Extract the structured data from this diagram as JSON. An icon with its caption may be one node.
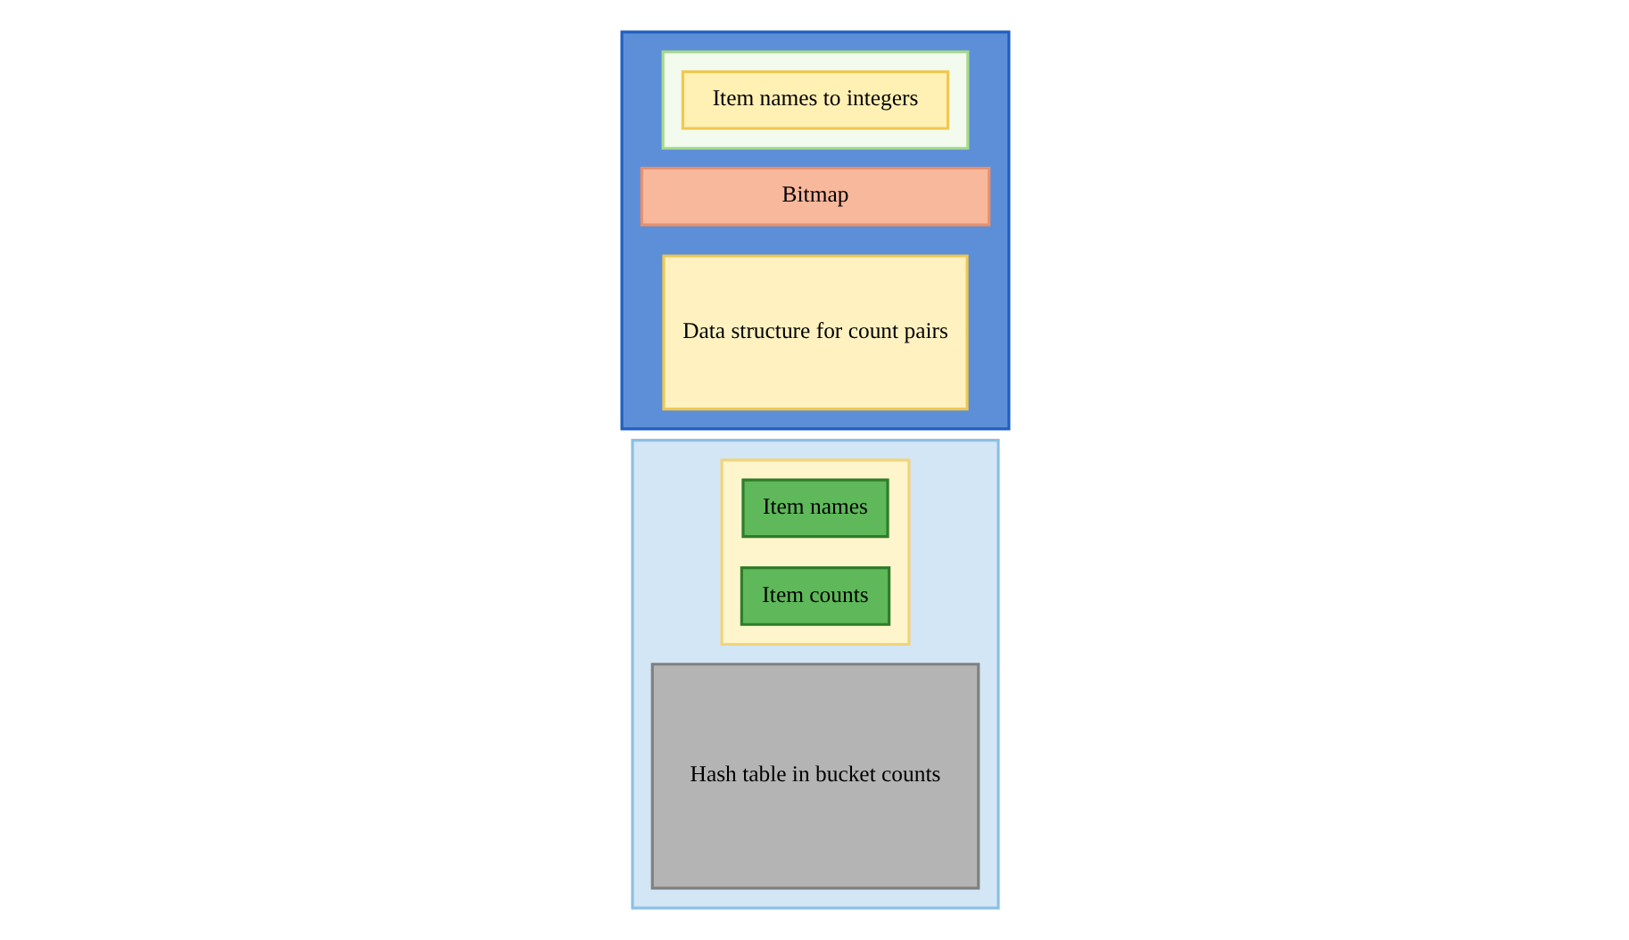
{
  "diagram": {
    "nodes": [
      {
        "text": [],
        "shape": "box"
      },
      {
        "text": [],
        "shape": "box",
        "in": 0
      },
      {
        "text": [
          "Item names"
        ],
        "in": 1
      },
      {
        "text": [
          "Item counts"
        ],
        "in": 1
      },
      {
        "text": [
          "Hash table in bucket counts"
        ],
        "in": 0
      },
      {
        "text": [],
        "shape": "box"
      },
      {
        "text": [],
        "shape": "box",
        "in": 5
      },
      {
        "text": [
          "Item names to integers"
        ],
        "in": 6
      },
      {
        "text": [
          "Bitmap"
        ],
        "in": 5
      },
      {
        "text": [
          "Data structure for count pairs"
        ],
        "in": 5
      }
    ]
  }
}
